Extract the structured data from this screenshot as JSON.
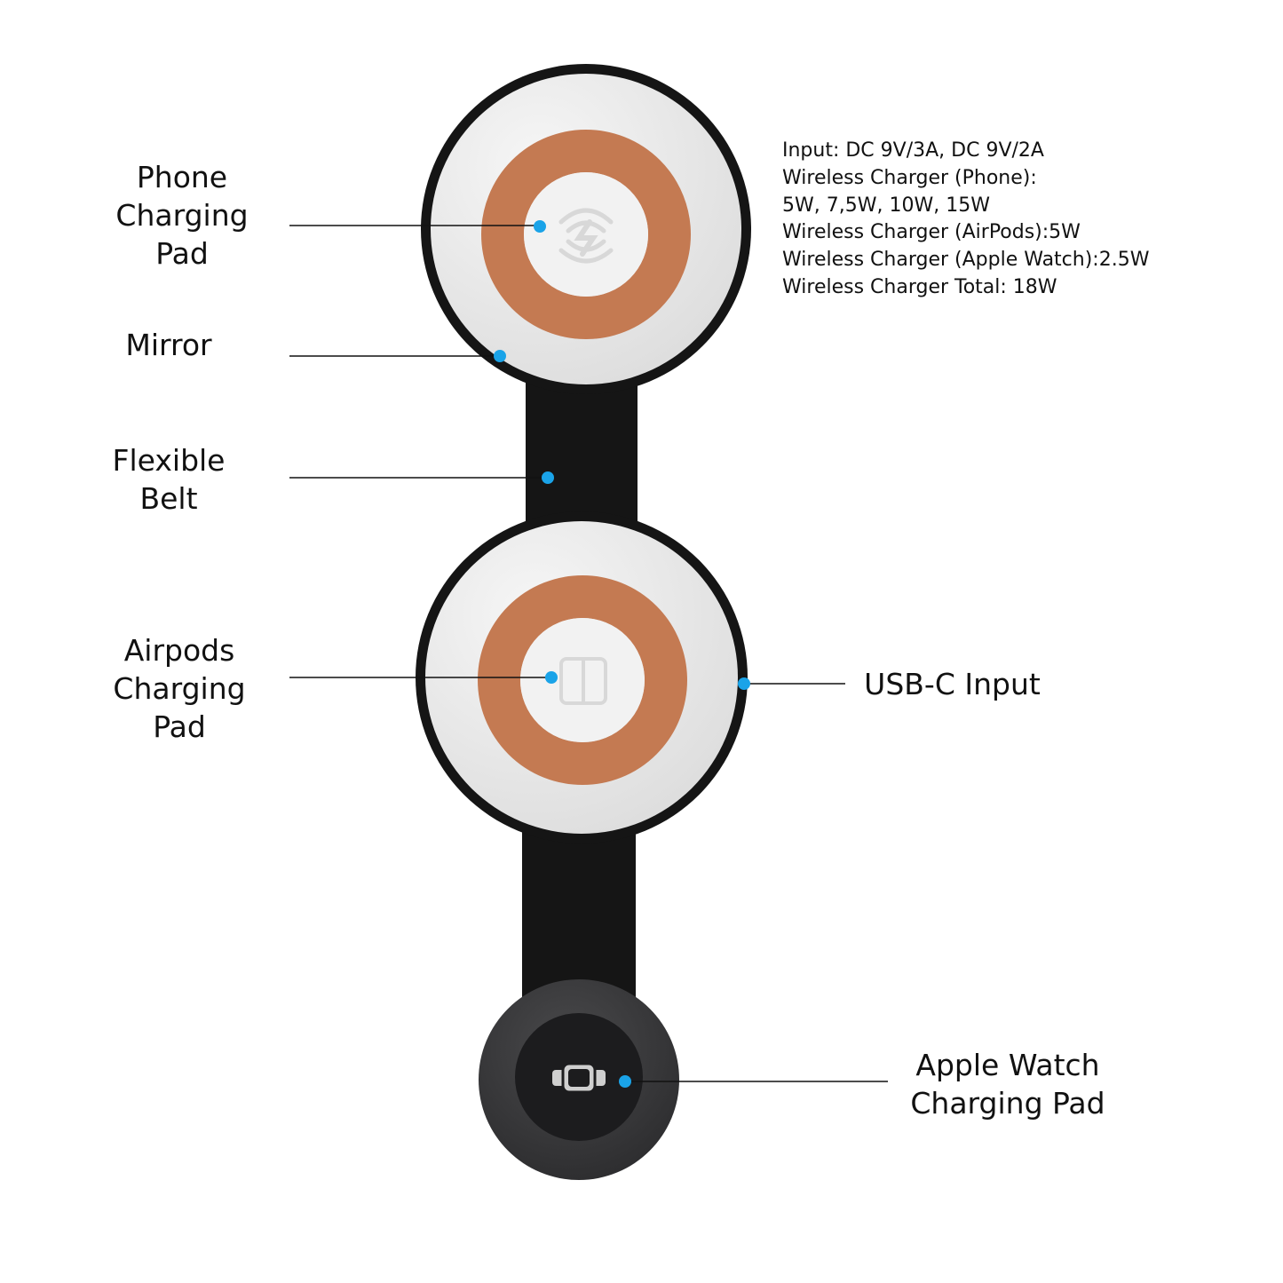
{
  "colors": {
    "background": "#ffffff",
    "device_dark": "#151515",
    "mirror": "#ececec",
    "copper": "#c47a52",
    "marker": "#1aa3e8",
    "leader_line": "#111111",
    "watch_pad_outer": "#3a3a3c",
    "watch_pad_inner": "#1c1c1e"
  },
  "icons": {
    "phone_pad": "wireless-charging-icon",
    "airpods_pad": "airpods-case-icon",
    "watch_pad": "apple-watch-icon"
  },
  "labels": {
    "phone_pad": [
      "Phone",
      "Charging",
      "Pad"
    ],
    "mirror": [
      "Mirror"
    ],
    "belt": [
      "Flexible",
      "Belt"
    ],
    "airpods_pad": [
      "Airpods",
      "Charging",
      "Pad"
    ],
    "usb_c": [
      "USB-C Input"
    ],
    "watch_pad": [
      "Apple Watch",
      "Charging Pad"
    ]
  },
  "specs": [
    "Input: DC 9V/3A, DC 9V/2A",
    "Wireless Charger (Phone):",
    "5W, 7,5W, 10W, 15W",
    "Wireless Charger (AirPods):5W",
    "Wireless Charger (Apple Watch):2.5W",
    "Wireless Charger Total: 18W"
  ]
}
